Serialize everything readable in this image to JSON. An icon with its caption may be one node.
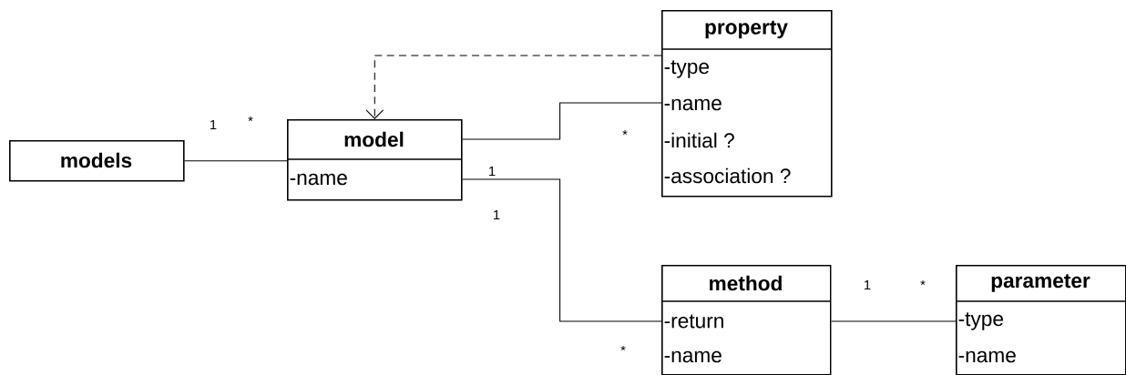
{
  "diagram": {
    "nodes": [
      {
        "text": [
          "models"
        ]
      },
      {
        "text": [
          "model",
          "-name"
        ]
      },
      {
        "text": [
          "property",
          "-type",
          "-name",
          "-initial ?",
          "-association ?"
        ]
      },
      {
        "text": [
          "method",
          "-return",
          "-name"
        ]
      },
      {
        "text": [
          "parameter",
          "-type",
          "-name"
        ]
      }
    ],
    "edges": [
      {
        "from": 0,
        "to": 1,
        "arrow": "none"
      },
      {
        "from": 2,
        "to": 1,
        "arrow": "to",
        "style": "dashed"
      },
      {
        "from": 1,
        "to": 2,
        "arrow": "none"
      },
      {
        "from": 1,
        "to": 3,
        "arrow": "none"
      },
      {
        "from": 3,
        "to": 4,
        "arrow": "none"
      }
    ],
    "labels": [
      "1",
      "*",
      "*",
      "1",
      "1",
      "1",
      "*",
      "*"
    ]
  }
}
